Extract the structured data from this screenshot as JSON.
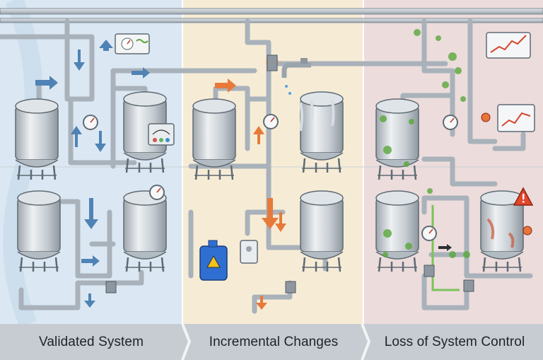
{
  "panels": [
    {
      "caption": "Validated System",
      "background": "#dbe8f3",
      "accent": "#4f83b5"
    },
    {
      "caption": "Incremental Changes",
      "background": "#f6ecd6",
      "accent": "#e07a3c"
    },
    {
      "caption": "Loss of System Control",
      "background": "#ecdcdc",
      "accent": "#d94b2b"
    }
  ],
  "colors": {
    "pipe": "#b9c2ca",
    "pipe_outline": "#6f7a84",
    "tank_body": "#c8cdd2",
    "flow_arrow_blue": "#3f7fc0",
    "flow_arrow_orange": "#e77a3a",
    "contamination_green": "#5aa83a",
    "caption_bar": "#c9ced3",
    "warning_red": "#d8432a"
  },
  "icons": [
    "pressure-gauge-icon",
    "control-panel-icon",
    "chemical-jug-icon",
    "warning-triangle-icon",
    "trend-monitor-icon",
    "valve-icon",
    "leak-drip-icon"
  ]
}
